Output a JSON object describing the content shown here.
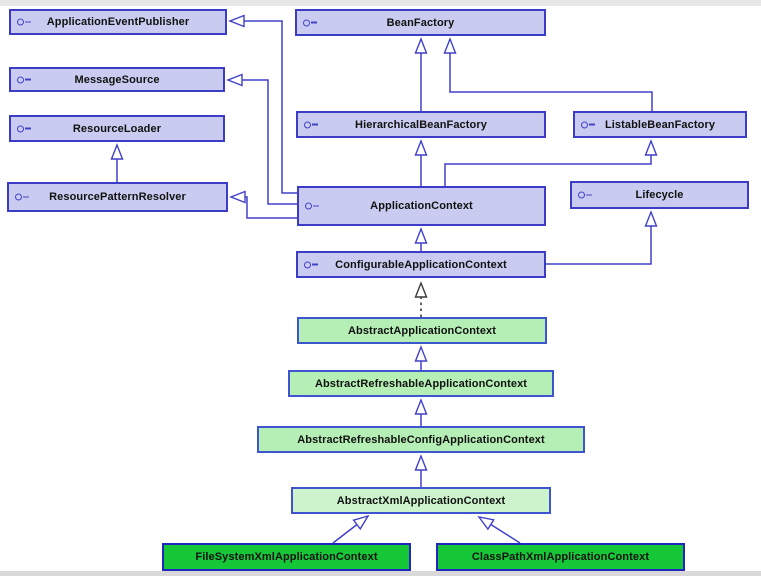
{
  "diagram": {
    "description": "Spring Framework ApplicationContext UML class hierarchy",
    "colors": {
      "interface_fill": "#c9ccf0",
      "interface_border": "#3c3cc6",
      "abstract_fill": "#b5efb5",
      "abstract_fill_light": "#cdf3cd",
      "concrete_fill": "#16c838",
      "concrete_border": "#2026c0",
      "edge_line": "#4040c8",
      "realization_line": "#3a3a3a"
    },
    "nodes": {
      "application_event_publisher": {
        "label": "ApplicationEventPublisher",
        "stereotype": "interface"
      },
      "message_source": {
        "label": "MessageSource",
        "stereotype": "interface"
      },
      "resource_loader": {
        "label": "ResourceLoader",
        "stereotype": "interface"
      },
      "resource_pattern_resolver": {
        "label": "ResourcePatternResolver",
        "stereotype": "interface"
      },
      "bean_factory": {
        "label": "BeanFactory",
        "stereotype": "interface"
      },
      "hierarchical_bean_factory": {
        "label": "HierarchicalBeanFactory",
        "stereotype": "interface"
      },
      "listable_bean_factory": {
        "label": "ListableBeanFactory",
        "stereotype": "interface"
      },
      "application_context": {
        "label": "ApplicationContext",
        "stereotype": "interface"
      },
      "lifecycle": {
        "label": "Lifecycle",
        "stereotype": "interface"
      },
      "configurable_application_context": {
        "label": "ConfigurableApplicationContext",
        "stereotype": "interface"
      },
      "abstract_application_context": {
        "label": "AbstractApplicationContext",
        "stereotype": "abstract class"
      },
      "abstract_refreshable_application_context": {
        "label": "AbstractRefreshableApplicationContext",
        "stereotype": "abstract class"
      },
      "abstract_refreshable_config_application_context": {
        "label": "AbstractRefreshableConfigApplicationContext",
        "stereotype": "abstract class"
      },
      "abstract_xml_application_context": {
        "label": "AbstractXmlApplicationContext",
        "stereotype": "abstract class"
      },
      "file_system_xml_application_context": {
        "label": "FileSystemXmlApplicationContext",
        "stereotype": "concrete class"
      },
      "class_path_xml_application_context": {
        "label": "ClassPathXmlApplicationContext",
        "stereotype": "concrete class"
      }
    },
    "relations": [
      {
        "from": "HierarchicalBeanFactory",
        "to": "BeanFactory",
        "type": "extends"
      },
      {
        "from": "ListableBeanFactory",
        "to": "BeanFactory",
        "type": "extends"
      },
      {
        "from": "ApplicationContext",
        "to": "HierarchicalBeanFactory",
        "type": "extends"
      },
      {
        "from": "ApplicationContext",
        "to": "ListableBeanFactory",
        "type": "extends"
      },
      {
        "from": "ApplicationContext",
        "to": "ApplicationEventPublisher",
        "type": "extends"
      },
      {
        "from": "ApplicationContext",
        "to": "MessageSource",
        "type": "extends"
      },
      {
        "from": "ApplicationContext",
        "to": "ResourcePatternResolver",
        "type": "extends"
      },
      {
        "from": "ResourcePatternResolver",
        "to": "ResourceLoader",
        "type": "extends"
      },
      {
        "from": "ConfigurableApplicationContext",
        "to": "ApplicationContext",
        "type": "extends"
      },
      {
        "from": "ConfigurableApplicationContext",
        "to": "Lifecycle",
        "type": "extends"
      },
      {
        "from": "AbstractApplicationContext",
        "to": "ConfigurableApplicationContext",
        "type": "implements"
      },
      {
        "from": "AbstractRefreshableApplicationContext",
        "to": "AbstractApplicationContext",
        "type": "extends"
      },
      {
        "from": "AbstractRefreshableConfigApplicationContext",
        "to": "AbstractRefreshableApplicationContext",
        "type": "extends"
      },
      {
        "from": "AbstractXmlApplicationContext",
        "to": "AbstractRefreshableConfigApplicationContext",
        "type": "extends"
      },
      {
        "from": "FileSystemXmlApplicationContext",
        "to": "AbstractXmlApplicationContext",
        "type": "extends"
      },
      {
        "from": "ClassPathXmlApplicationContext",
        "to": "AbstractXmlApplicationContext",
        "type": "extends"
      }
    ]
  }
}
